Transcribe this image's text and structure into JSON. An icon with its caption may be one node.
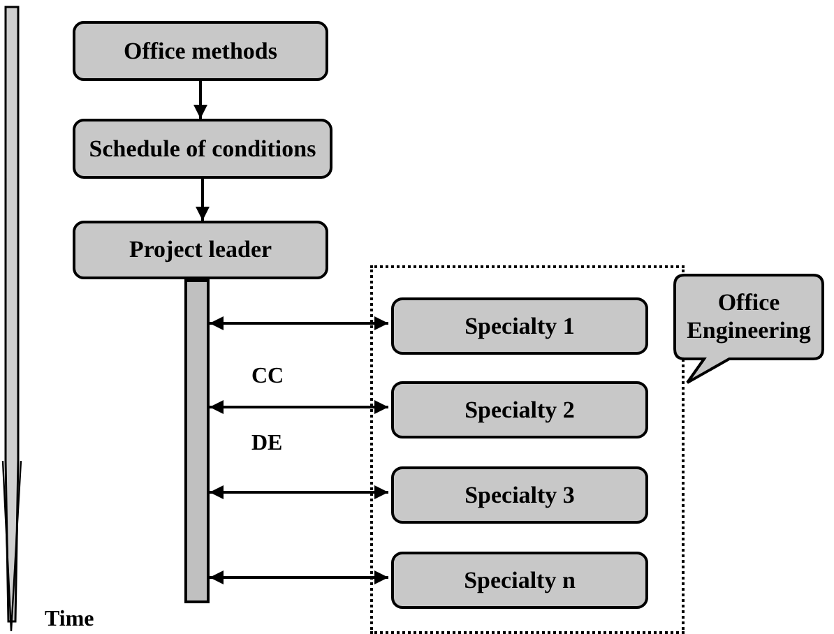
{
  "diagram": {
    "nodes": [
      {
        "text": [
          "Office methods"
        ]
      },
      {
        "text": [
          "Schedule of conditions"
        ]
      },
      {
        "text": [
          "Project leader"
        ]
      },
      {
        "text": [],
        "shape": "bar"
      },
      {
        "text": [],
        "shape": "box"
      },
      {
        "text": [
          "Specialty 1"
        ],
        "in": 4
      },
      {
        "text": [
          "Specialty 2"
        ],
        "in": 4
      },
      {
        "text": [
          "Specialty 3"
        ],
        "in": 4
      },
      {
        "text": [
          "Specialty n"
        ],
        "in": 4
      },
      {
        "text": [
          "Office Engineering"
        ]
      }
    ],
    "edges": [
      {
        "from": 0,
        "to": 1,
        "arrow": "to"
      },
      {
        "from": 1,
        "to": 2,
        "arrow": "to"
      },
      {
        "from": 3,
        "to": 5,
        "arrow": "both"
      },
      {
        "from": 3,
        "to": 6,
        "arrow": "both"
      },
      {
        "from": 3,
        "to": 7,
        "arrow": "both"
      },
      {
        "from": 3,
        "to": 8,
        "arrow": "both"
      }
    ],
    "labels": [
      "CC",
      "DE",
      "Time"
    ]
  }
}
